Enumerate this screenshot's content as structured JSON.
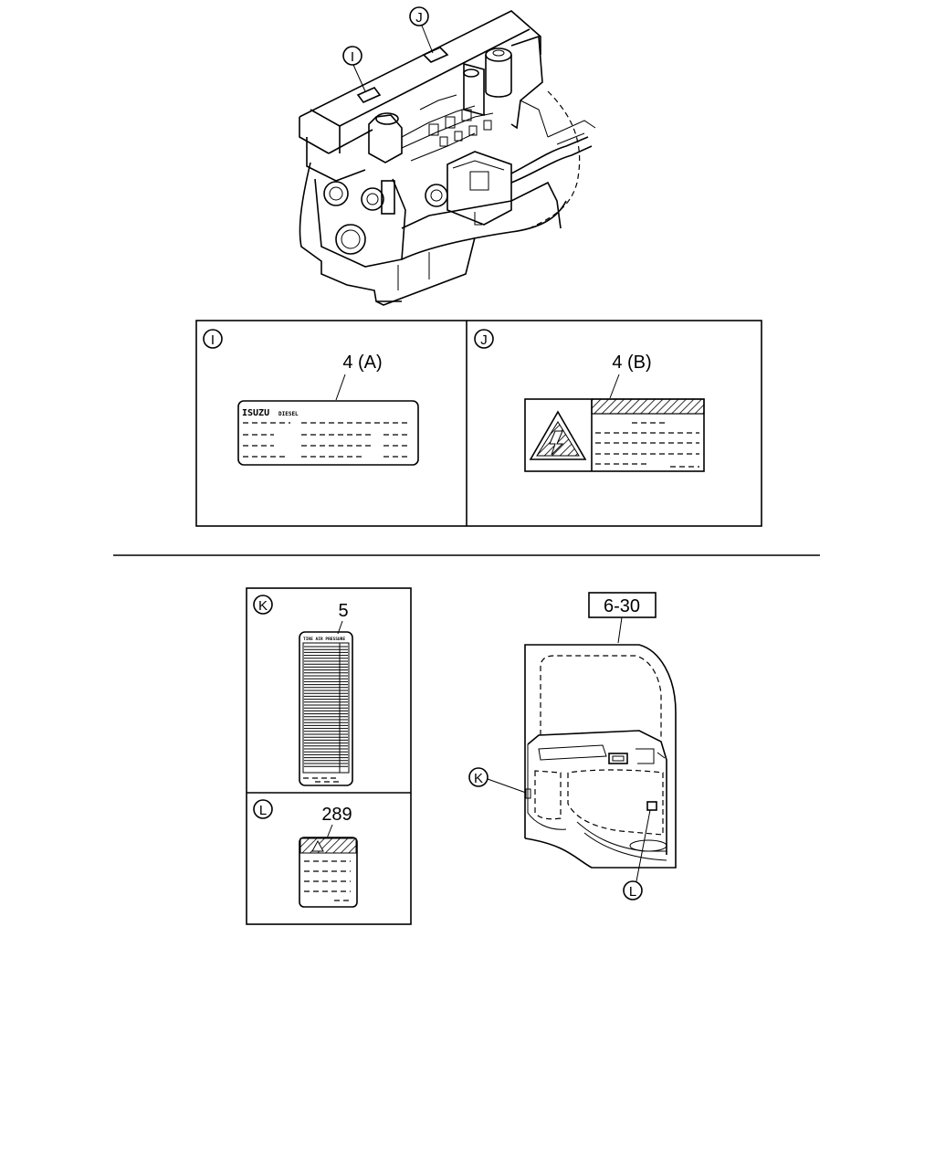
{
  "callouts": {
    "i": "I",
    "j": "J",
    "k": "K",
    "l": "L"
  },
  "panel_i": {
    "letter": "I",
    "part_ref": "4 (A)",
    "label_brand": "ISUZU",
    "label_brand_sub": "DIESEL"
  },
  "panel_j": {
    "letter": "J",
    "part_ref": "4 (B)"
  },
  "panel_k": {
    "letter": "K",
    "part_ref": "5",
    "label_header": "TIRE AIR PRESSURE"
  },
  "panel_l": {
    "letter": "L",
    "part_ref": "289"
  },
  "door_view": {
    "ref_box": "6-30",
    "callout_k": "K",
    "callout_l": "L"
  }
}
